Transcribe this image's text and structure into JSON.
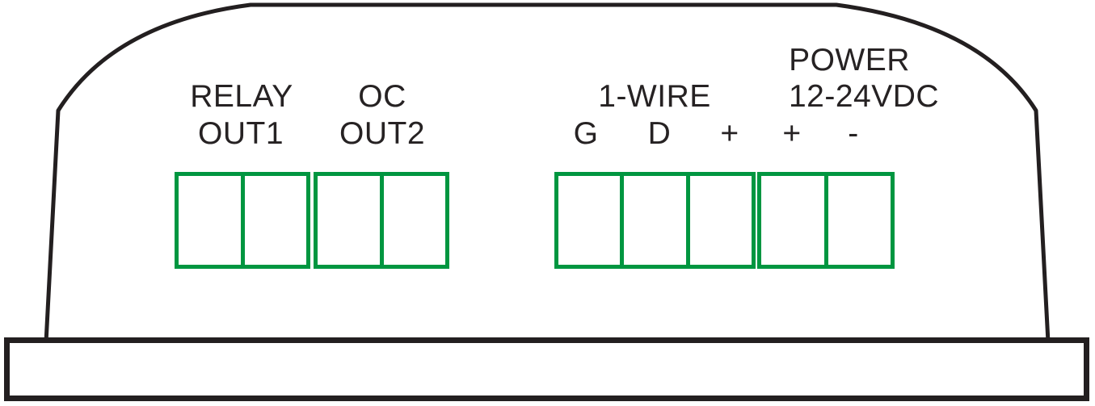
{
  "diagram": {
    "description": "Device rear panel terminal wiring diagram",
    "colors": {
      "outline": "#231f20",
      "terminal": "#009640",
      "text": "#262223",
      "background": "#ffffff"
    },
    "labels": {
      "relay_line1": "RELAY",
      "relay_line2": "OUT1",
      "oc_line1": "OC",
      "oc_line2": "OUT2",
      "onewire_title": "1-WIRE",
      "onewire_pins": [
        "G",
        "D",
        "+"
      ],
      "power_line1": "POWER",
      "power_line2": "12-24VDC",
      "power_pins": [
        "+",
        "-"
      ]
    },
    "terminal_blocks": [
      {
        "name": "relay-out1",
        "cells": 2
      },
      {
        "name": "oc-out2",
        "cells": 2
      },
      {
        "name": "one-wire",
        "cells": 3
      },
      {
        "name": "power",
        "cells": 2
      }
    ]
  }
}
